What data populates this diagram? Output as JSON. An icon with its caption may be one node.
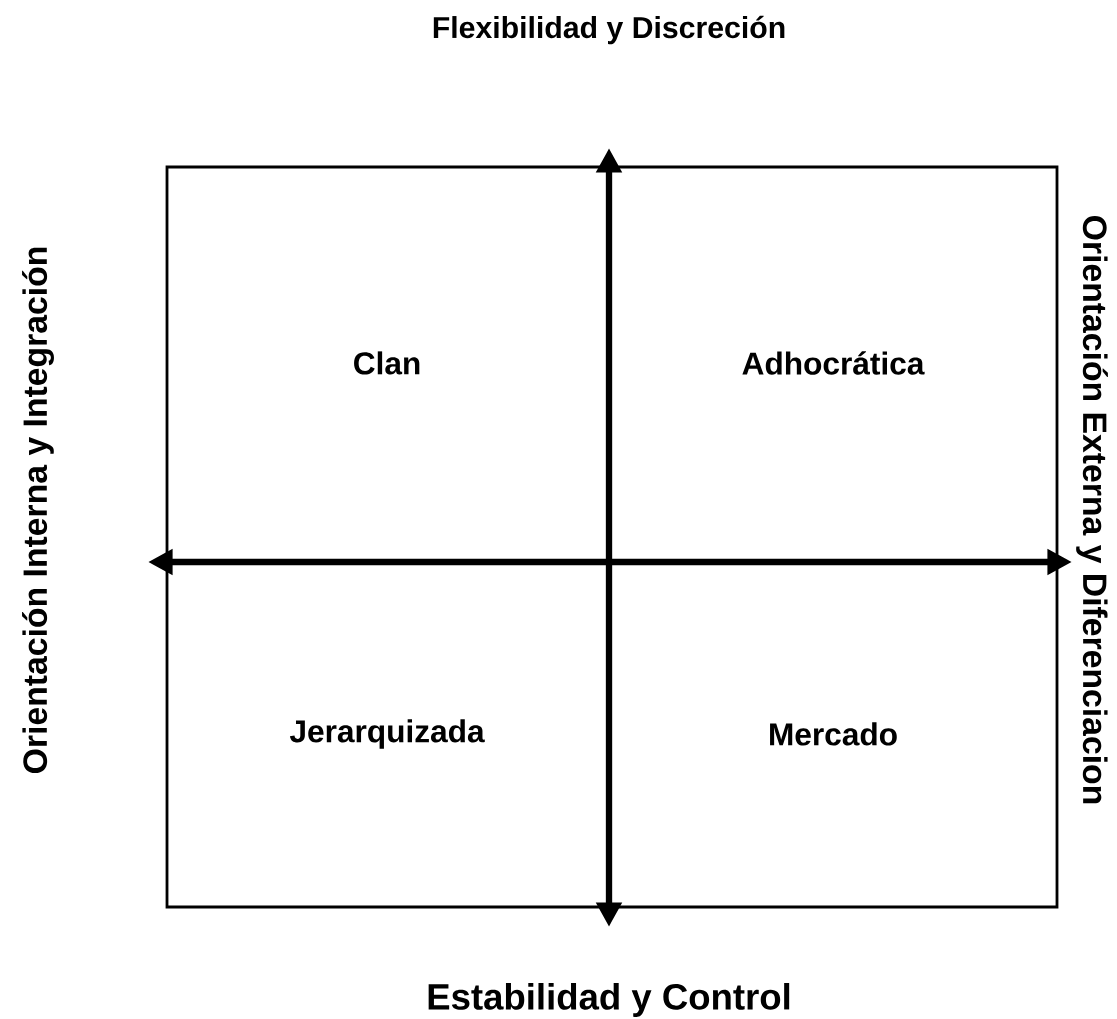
{
  "diagram": {
    "labels": [
      "Flexibilidad y Discreción",
      "Orientación Interna y Integración",
      "Clan",
      "Adhocrática",
      "Orientación Externa y Diferenciacion",
      "Jerarquizada",
      "Mercado",
      "Estabilidad y Control"
    ]
  }
}
